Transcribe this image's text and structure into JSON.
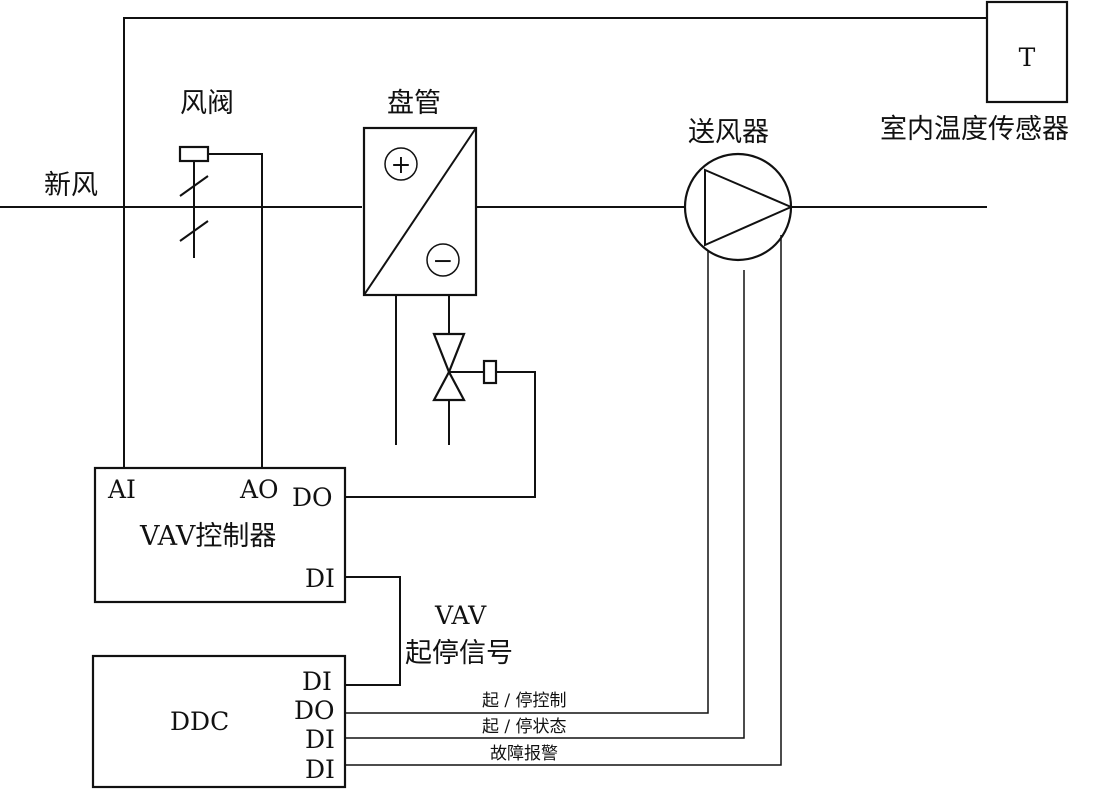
{
  "labels": {
    "fresh_air": "新风",
    "damper": "风阀",
    "coil": "盘管",
    "supply_fan": "送风器",
    "sensor_symbol": "T",
    "sensor": "室内温度传感器",
    "vav_controller": "VAV控制器",
    "vav_ai": "AI",
    "vav_ao": "AO",
    "vav_do": "DO",
    "vav_di": "DI",
    "vav_signal_line1": "VAV",
    "vav_signal_line2": "起停信号",
    "ddc": "DDC",
    "ddc_di_top": "DI",
    "ddc_do": "DO",
    "ddc_di_mid": "DI",
    "ddc_di_bottom": "DI",
    "start_stop_control": "起 / 停控制",
    "start_stop_status": "起 / 停状态",
    "fault_alarm": "故障报警",
    "coil_plus": "+",
    "coil_minus": "−"
  }
}
